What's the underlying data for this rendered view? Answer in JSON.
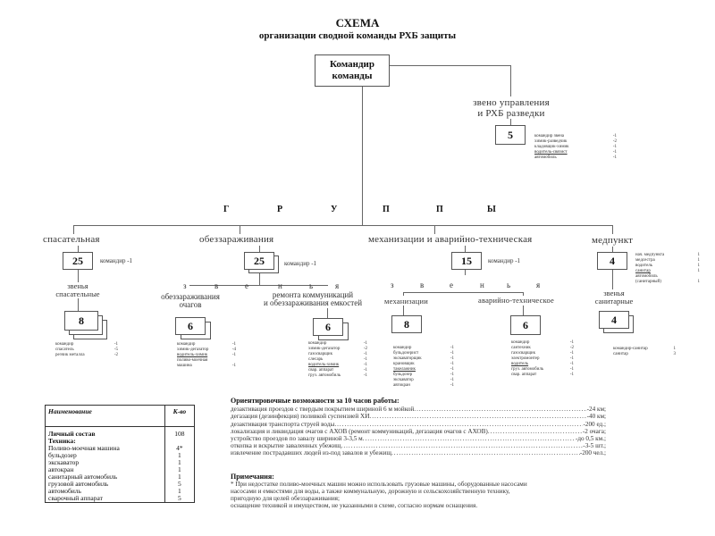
{
  "header": {
    "title": "СХЕМА",
    "subtitle": "организации сводной команды РХБ защиты"
  },
  "commander": {
    "label_line1": "Командир",
    "label_line2": "команды"
  },
  "recon_unit": {
    "label_line1": "звено управления",
    "label_line2": "и РХБ разведки",
    "count": "5",
    "roster": [
      {
        "role": "командир звена",
        "qty": "-1"
      },
      {
        "role": "химик-разведчик",
        "qty": "-2"
      },
      {
        "role": "кладовщик-химик",
        "qty": "-1"
      },
      {
        "role": "водитель-связист",
        "qty": "-1",
        "underline": true
      },
      {
        "role": "автомобиль",
        "qty": "-1"
      }
    ]
  },
  "groups_heading": [
    "Г",
    "Р",
    "У",
    "П",
    "П",
    "Ы"
  ],
  "groups": {
    "rescue": {
      "label": "спасательная",
      "count": "25",
      "commander": "командир -1",
      "units_label_line1": "звенья",
      "units_label_line2": "спасательные",
      "unit_count": "8",
      "roster": [
        {
          "role": "командир",
          "qty": "-1"
        },
        {
          "role": "спасатель",
          "qty": "-5"
        },
        {
          "role": "резчик металла",
          "qty": "-2"
        }
      ]
    },
    "decon": {
      "label": "обеззараживания",
      "count": "25",
      "commander": "командир -1",
      "units_heading": [
        "з",
        "в",
        "е",
        "н",
        "ь",
        "я"
      ],
      "unit_a": {
        "label_line1": "обеззараживания",
        "label_line2": "очагов",
        "count": "6",
        "roster": [
          {
            "role": "командир",
            "qty": "-1"
          },
          {
            "role": "химик-дегазатор",
            "qty": "-4"
          },
          {
            "role": "водитель-химик",
            "qty": "-1",
            "underline": true
          },
          {
            "role": "поливо-моечная",
            "qty": ""
          },
          {
            "role": "машина",
            "qty": "-1"
          }
        ]
      },
      "unit_b": {
        "label_line1": "ремонта коммуникаций",
        "label_line2": "и обеззараживания емкостей",
        "count": "6",
        "roster": [
          {
            "role": "командир",
            "qty": "-1"
          },
          {
            "role": "химик-дегазатор",
            "qty": "-2"
          },
          {
            "role": "газосварщик",
            "qty": "-1"
          },
          {
            "role": "слесарь",
            "qty": "-1"
          },
          {
            "role": "водитель-химик",
            "qty": "-1",
            "underline": true
          },
          {
            "role": "свар. аппарат",
            "qty": "-1"
          },
          {
            "role": "груз. автомобиль",
            "qty": "-1"
          }
        ]
      }
    },
    "mech": {
      "label": "механизации и аварийно-техническая",
      "count": "15",
      "commander": "командир -1",
      "units_heading": [
        "з",
        "в",
        "е",
        "н",
        "ь",
        "я"
      ],
      "unit_a": {
        "label": "механизации",
        "count": "8",
        "roster": [
          {
            "role": "командир",
            "qty": "-1"
          },
          {
            "role": "бульдозерист",
            "qty": "-1"
          },
          {
            "role": "экскаваторщик",
            "qty": "-1"
          },
          {
            "role": "крановщик",
            "qty": "-1"
          },
          {
            "role": "такелажник",
            "qty": "-1",
            "underline": true
          },
          {
            "role": "бульдозер",
            "qty": "-1"
          },
          {
            "role": "экскаватор",
            "qty": "-1"
          },
          {
            "role": "автокран",
            "qty": "-1"
          }
        ]
      },
      "unit_b": {
        "label": "аварийно-техническое",
        "count": "6",
        "roster": [
          {
            "role": "командир",
            "qty": "-1"
          },
          {
            "role": "сантехник",
            "qty": "-2"
          },
          {
            "role": "газосварщик",
            "qty": "-1"
          },
          {
            "role": "электромонтер",
            "qty": "-1"
          },
          {
            "role": "водитель",
            "qty": "-1",
            "underline": true
          },
          {
            "role": "груз. автомобиль",
            "qty": "-1"
          },
          {
            "role": "свар. аппарат",
            "qty": "-1"
          }
        ]
      }
    },
    "medical": {
      "label": "медпункт",
      "count": "4",
      "roster": [
        {
          "role": "нач. медпункта",
          "qty": "1"
        },
        {
          "role": "медсестра",
          "qty": "1"
        },
        {
          "role": "водитель",
          "qty": "1"
        },
        {
          "role": "санитар",
          "qty": "1",
          "underline": true
        },
        {
          "role": "автомобиль",
          "qty": ""
        },
        {
          "role": "(санитарный)",
          "qty": "1"
        }
      ],
      "units_label_line1": "звенья",
      "units_label_line2": "санитарные",
      "unit_count": "4",
      "unit_roster": [
        {
          "role": "командир-санитар",
          "qty": "1"
        },
        {
          "role": "санитар",
          "qty": "3"
        }
      ]
    }
  },
  "equipment_table": {
    "headers": [
      "Наименование",
      "К-во"
    ],
    "rows": [
      {
        "name": "Личный состав",
        "qty": "108",
        "bold": true
      },
      {
        "name": "Техника:",
        "qty": "",
        "bold": true
      },
      {
        "name": "Поливо-моечная машина",
        "qty": "4*"
      },
      {
        "name": "бульдозер",
        "qty": "1"
      },
      {
        "name": "экскаватор",
        "qty": "1"
      },
      {
        "name": "автокран",
        "qty": "1"
      },
      {
        "name": "санитарный автомобиль",
        "qty": "1"
      },
      {
        "name": "грузовой автомобиль",
        "qty": "5"
      },
      {
        "name": "автомобиль",
        "qty": "1"
      },
      {
        "name": "сварочный аппарат",
        "qty": "5"
      }
    ]
  },
  "capabilities": {
    "heading": "Ориентировочные возможности за 10 часов работы:",
    "items": [
      {
        "text": "дезактивация проездов с твердым покрытием шириной 6 м мойкой",
        "value": "-24 км;"
      },
      {
        "text": "дегазация (дезинфекция) поливкой суспензией ХИ",
        "value": "-40 км;"
      },
      {
        "text": "дезактивация транспорта струей воды",
        "value": "-200 ед.;"
      },
      {
        "text": "локализация и ликвидация очагов с АХОВ (ремонт коммуникаций, дегазация очагов с АХОВ)",
        "value": "-2 очага;"
      },
      {
        "text": "устройство проездов по завалу шириной 3-3,5 м",
        "value": "-до 0,5 км.;"
      },
      {
        "text": "откопка и вскрытие заваленных убежищ",
        "value": "-3-5 шт.;"
      },
      {
        "text": "извлечение пострадавших людей из-под завалов и убежищ",
        "value": "-200 чел.;"
      }
    ]
  },
  "notes": {
    "heading": "Примечания:",
    "lines": [
      "* При недостатке поливо-моечных машин можно использовать грузовые машины, оборудованные насосами",
      "насосами и емкостями для воды, а также коммунальную, дорожную и сельскохозяйственную технику,",
      "пригодную для целей обеззараживания;",
      "оснащение техникой и имуществом, не указанными в схеме, согласно нормам оснащения."
    ]
  }
}
